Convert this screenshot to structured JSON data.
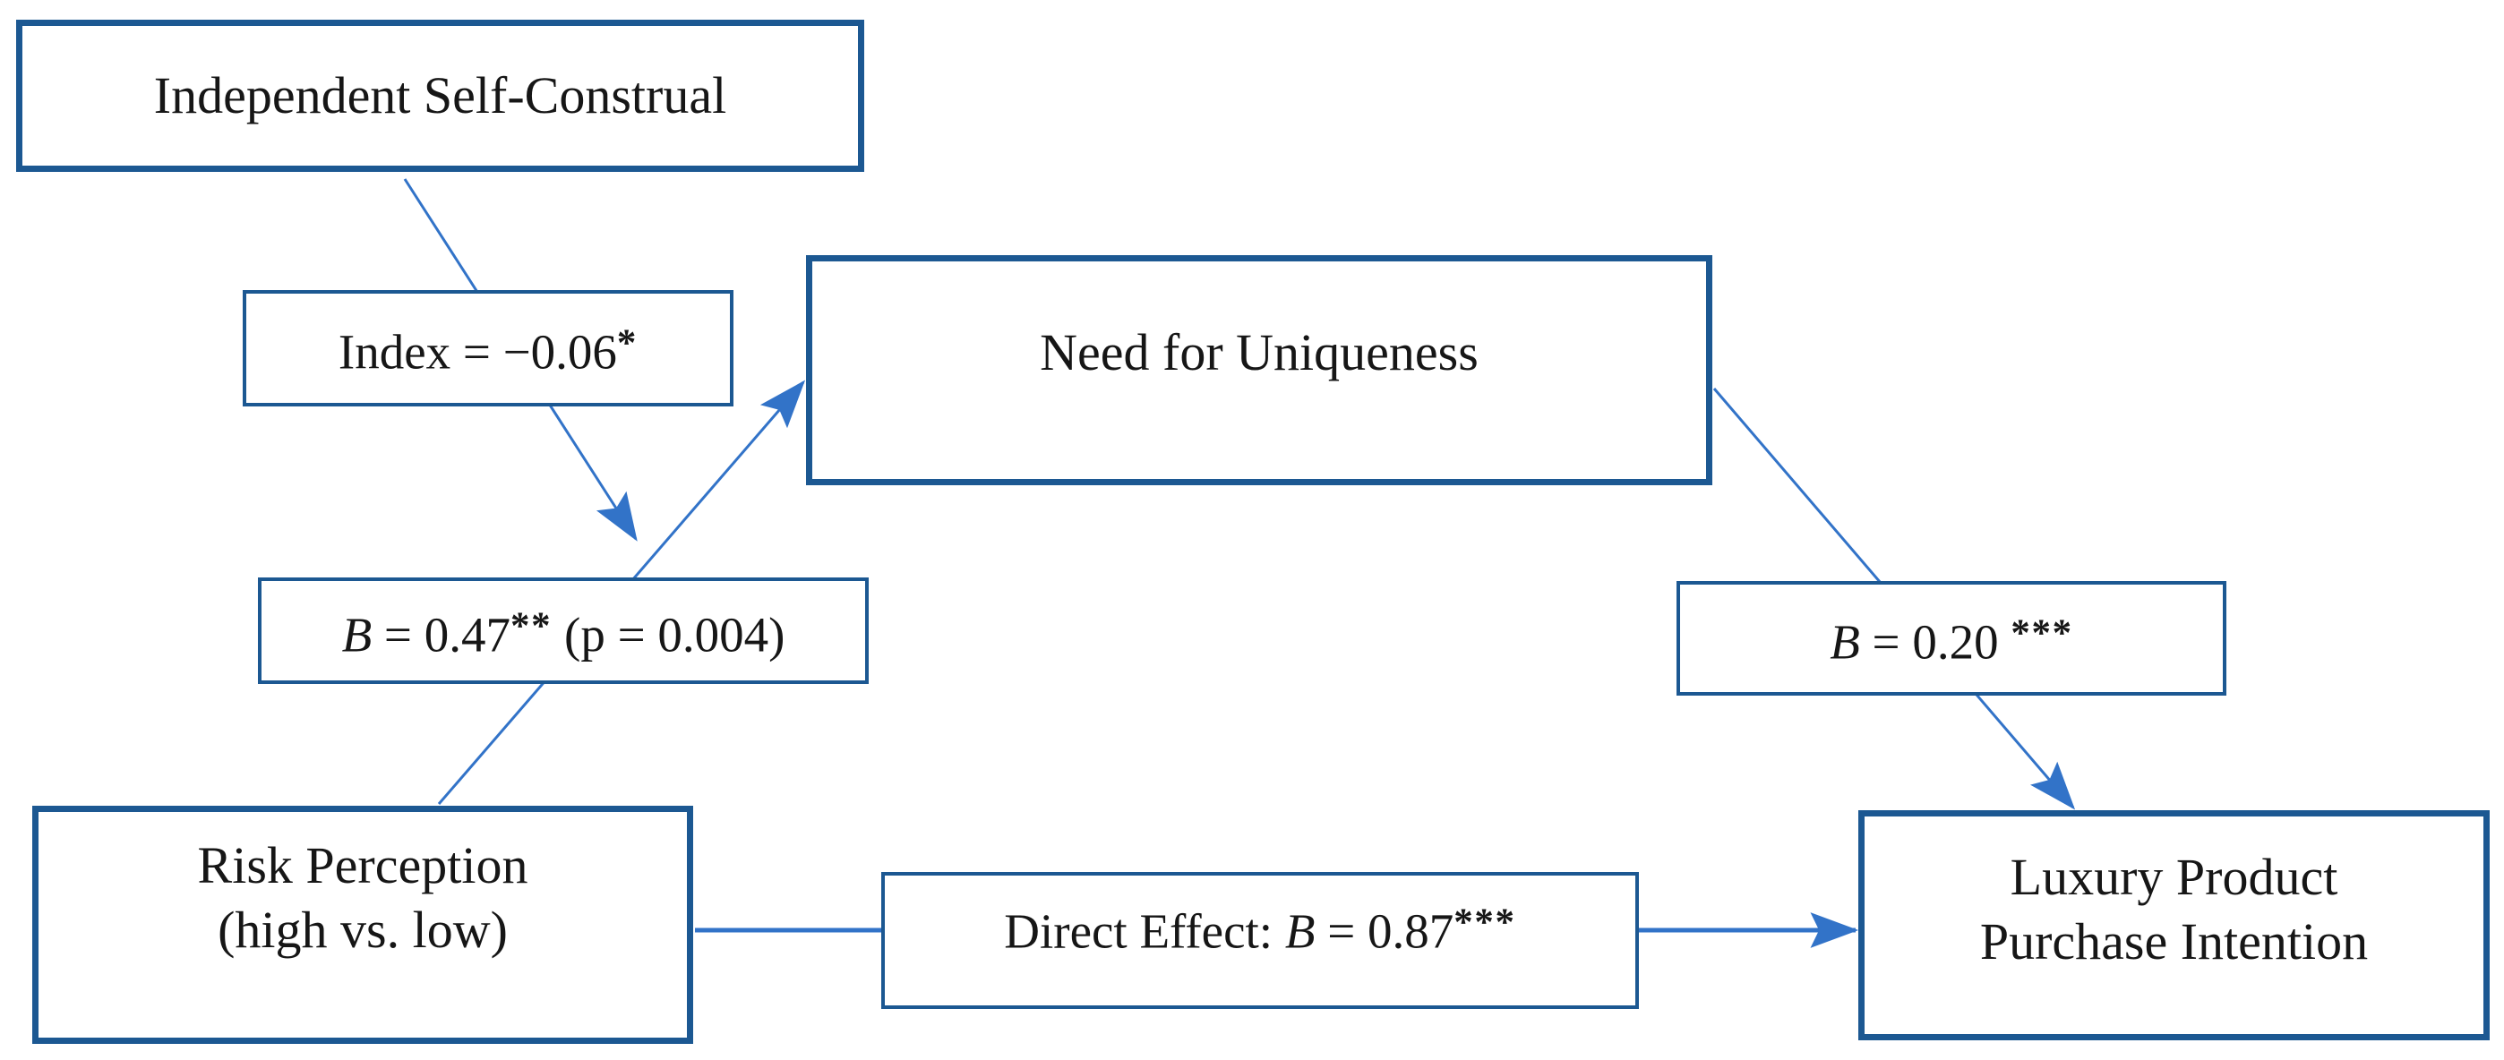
{
  "colors": {
    "box_border": "#1c5892",
    "arrow": "#3273c8",
    "text": "#161616",
    "background": "#ffffff"
  },
  "boxes": {
    "independent": {
      "lines": [
        "Independent Self-Construal"
      ]
    },
    "need": {
      "lines": [
        "Need for Uniqueness"
      ]
    },
    "risk": {
      "lines": [
        "Risk Perception",
        "(high vs. low)"
      ]
    },
    "luxury": {
      "lines": [
        "Luxury Product",
        "Purchase Intention"
      ]
    }
  },
  "path_labels": {
    "index": {
      "prefix": "Index = −0.06",
      "b": "",
      "value": "",
      "stars": "*",
      "suffix": ""
    },
    "a_path": {
      "prefix": "",
      "b": "B",
      "value": " = 0.47",
      "stars": "**",
      "suffix": " (p = 0.004)"
    },
    "b_path": {
      "prefix": "",
      "b": "B",
      "value": " = 0.20 ",
      "stars": "***",
      "suffix": ""
    },
    "direct": {
      "prefix": "Direct Effect: ",
      "b": "B",
      "value": " = 0.87",
      "stars": "***",
      "suffix": ""
    }
  },
  "arrows": [
    {
      "name": "independent-to-a-path",
      "from": "Independent Self-Construal",
      "to": "a-path (moderation)"
    },
    {
      "name": "risk-to-need",
      "from": "Risk Perception (high vs. low)",
      "to": "Need for Uniqueness"
    },
    {
      "name": "need-to-luxury",
      "from": "Need for Uniqueness",
      "to": "Luxury Product Purchase Intention"
    },
    {
      "name": "risk-to-luxury-direct",
      "from": "Risk Perception (high vs. low)",
      "to": "Luxury Product Purchase Intention"
    }
  ]
}
